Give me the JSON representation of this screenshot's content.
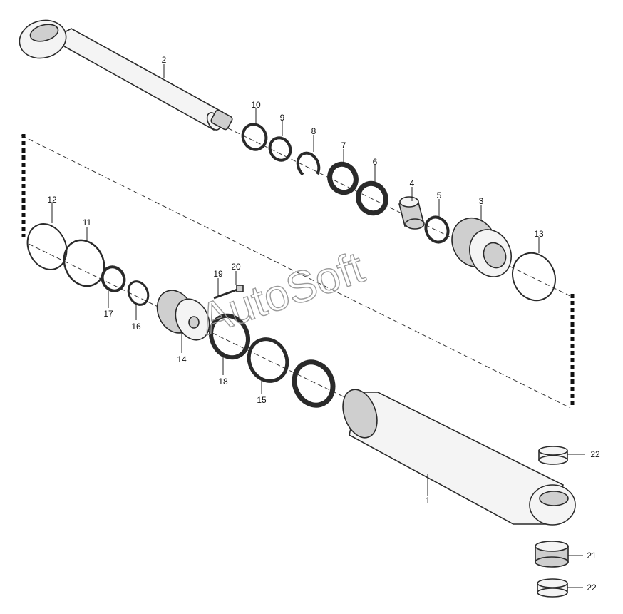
{
  "diagram": {
    "watermark": "AutoSoft",
    "callouts": [
      "1",
      "2",
      "3",
      "4",
      "5",
      "6",
      "7",
      "8",
      "9",
      "10",
      "11",
      "12",
      "13",
      "14",
      "15",
      "16",
      "17",
      "18",
      "19",
      "20",
      "21",
      "22",
      "22"
    ]
  }
}
